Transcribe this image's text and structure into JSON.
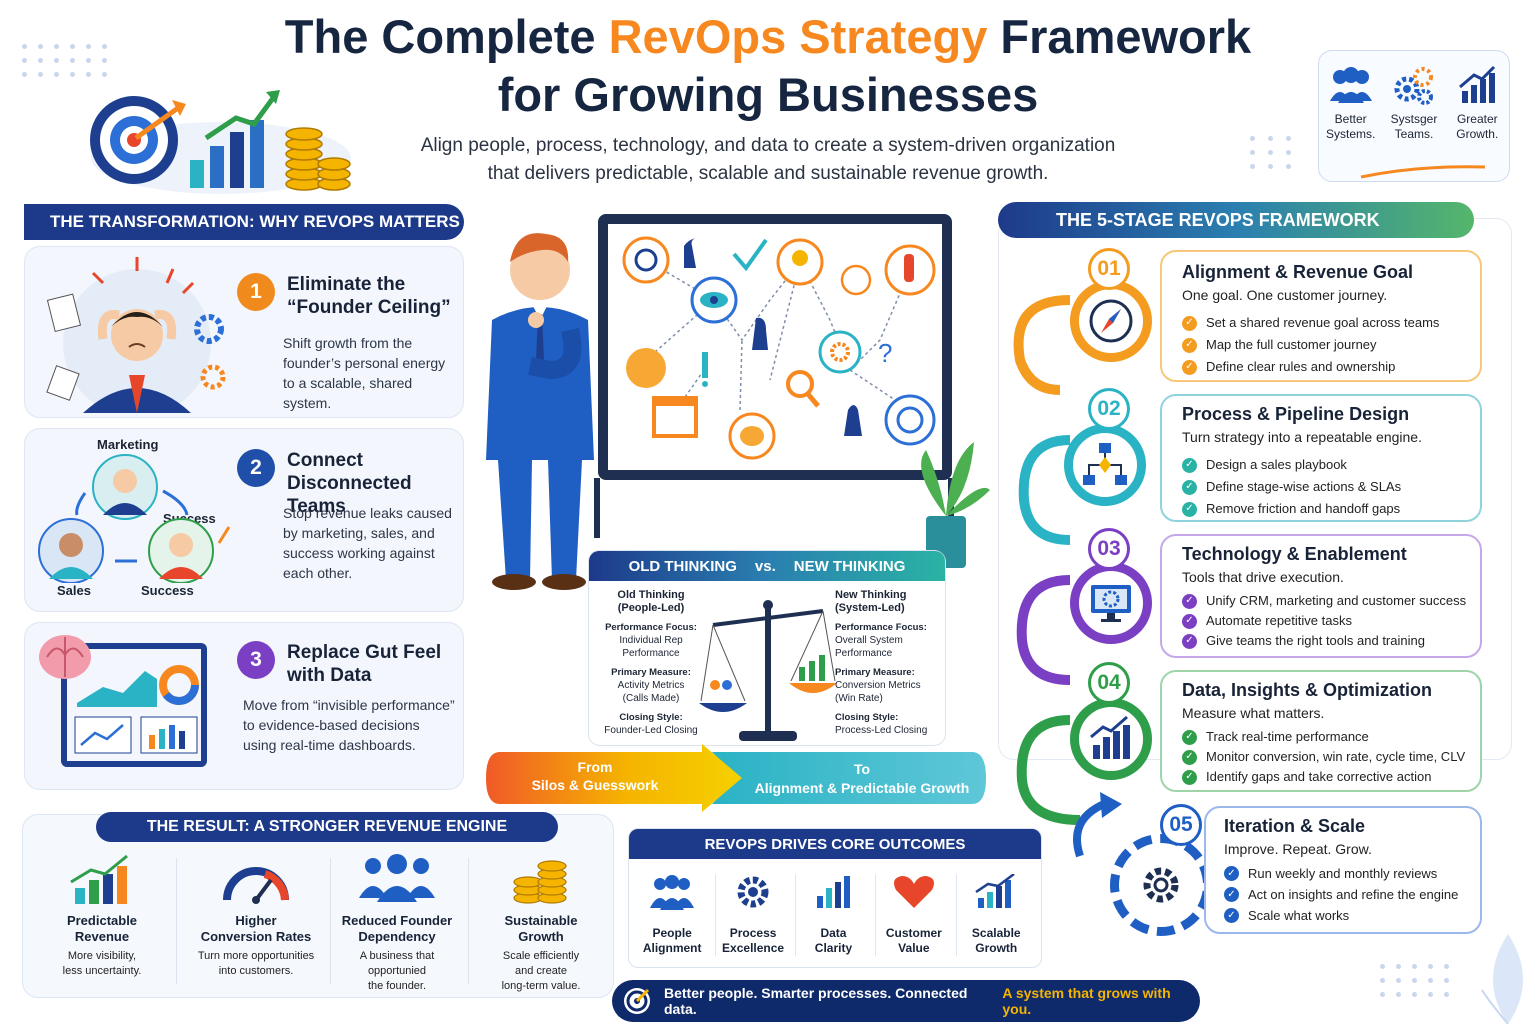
{
  "header": {
    "title_line1_a": "The Complete ",
    "title_line1_accent": "RevOps Strategy",
    "title_line1_b": " Framework",
    "title_line2": "for Growing Businesses",
    "subtitle_line1": "Align people, process, technology, and data to create a system-driven organization",
    "subtitle_line2": "that delivers predictable, scalable and sustainable revenue growth."
  },
  "badge": {
    "items": [
      {
        "label": "Better\nSystems.",
        "icon": "people-icon"
      },
      {
        "label": "Systsger\nTeams.",
        "icon": "gears-icon"
      },
      {
        "label": "Greater\nGrowth.",
        "icon": "growth-chart-icon"
      }
    ]
  },
  "transformation": {
    "heading": "THE TRANSFORMATION: WHY REVOPS MATTERS",
    "items": [
      {
        "num": "1",
        "title": "Eliminate the\n“Founder Ceiling”",
        "text": "Shift growth from the\nfounder’s personal energy\nto a scalable, shared system.",
        "color": "#f08a1c"
      },
      {
        "num": "2",
        "title": "Connect\nDisconnected Teams",
        "text": "Stop revenue leaks caused\nby marketing, sales, and\nsuccess working against\neach other.",
        "color": "#1f4fa8"
      },
      {
        "num": "3",
        "title": "Replace Gut Feel\nwith Data",
        "text": "Move from “invisible performance”\nto evidence-based decisions\nusing real-time dashboards.",
        "color": "#7b3fc4"
      }
    ],
    "team_labels": {
      "marketing": "Marketing",
      "success_top": "Success",
      "sales": "Sales",
      "success_bottom": "Success"
    }
  },
  "thinking": {
    "old_label": "OLD THINKING",
    "vs": "vs.",
    "new_label": "NEW THINKING",
    "old": {
      "title": "Old Thinking\n(People-Led)",
      "rows": [
        {
          "k": "Performance Focus:",
          "v": "Individual Rep\nPerformance"
        },
        {
          "k": "Primary Measure:",
          "v": "Activity Metrics\n(Calls Made)"
        },
        {
          "k": "Closing Style:",
          "v": "Founder-Led Closing"
        }
      ]
    },
    "new": {
      "title": "New Thinking\n(System-Led)",
      "rows": [
        {
          "k": "Performance Focus:",
          "v": "Overall System\nPerformance"
        },
        {
          "k": "Primary Measure:",
          "v": "Conversion Metrics\n(Win Rate)"
        },
        {
          "k": "Closing Style:",
          "v": "Process-Led Closing"
        }
      ]
    }
  },
  "arrow": {
    "from_label": "From",
    "from_text": "Silos & Guesswork",
    "to_label": "To",
    "to_text": "Alignment & Predictable Growth"
  },
  "framework": {
    "heading": "THE 5-STAGE REVOPS FRAMEWORK",
    "stages": [
      {
        "num": "01",
        "title": "Alignment & Revenue Goal",
        "sub": "One goal. One customer journey.",
        "color": "#f39c1f",
        "bullets": [
          "Set a shared revenue goal across teams",
          "Map the full customer journey",
          "Define clear rules and ownership"
        ]
      },
      {
        "num": "02",
        "title": "Process & Pipeline Design",
        "sub": "Turn strategy into a repeatable engine.",
        "color": "#2ab3c4",
        "bullets": [
          "Design a sales playbook",
          "Define stage-wise actions & SLAs",
          "Remove friction and handoff gaps"
        ]
      },
      {
        "num": "03",
        "title": "Technology & Enablement",
        "sub": "Tools that drive execution.",
        "color": "#7b3fc4",
        "bullets": [
          "Unify CRM, marketing and customer success",
          "Automate repetitive tasks",
          "Give teams the right tools and training"
        ]
      },
      {
        "num": "04",
        "title": "Data, Insights & Optimization",
        "sub": "Measure what matters.",
        "color": "#2f9e4a",
        "bullets": [
          "Track real-time performance",
          "Monitor conversion, win rate, cycle time, CLV",
          "Identify gaps and take corrective action"
        ]
      },
      {
        "num": "05",
        "title": "Iteration & Scale",
        "sub": "Improve. Repeat. Grow.",
        "color": "#1f5fc4",
        "bullets": [
          "Run weekly and monthly reviews",
          "Act on insights and refine the engine",
          "Scale what works"
        ]
      }
    ]
  },
  "result": {
    "heading": "THE RESULT: A STRONGER REVENUE ENGINE",
    "items": [
      {
        "title": "Predictable\nRevenue",
        "text": "More visibility,\nless uncertainty."
      },
      {
        "title": "Higher\nConversion Rates",
        "text": "Turn more opportunities\ninto customers."
      },
      {
        "title": "Reduced Founder\nDependency",
        "text": "A business that\nopportunied\nthe founder."
      },
      {
        "title": "Sustainable\nGrowth",
        "text": "Scale efficiently\nand create\nlong-term value."
      }
    ]
  },
  "outcomes": {
    "heading": "REVOPS DRIVES CORE OUTCOMES",
    "items": [
      {
        "label": "People\nAlignment"
      },
      {
        "label": "Process\nExcellence"
      },
      {
        "label": "Data\nClarity"
      },
      {
        "label": "Customer\nValue"
      },
      {
        "label": "Scalable\nGrowth"
      }
    ]
  },
  "footer": {
    "text": "Better people. Smarter processes. Connected data. ",
    "accent": "A system that grows with you."
  },
  "colors": {
    "navy": "#1d3a8a",
    "orange": "#f7881f",
    "teal": "#2ab3c4",
    "purple": "#7b3fc4",
    "green": "#2f9e4a",
    "blue": "#1f5fc4"
  }
}
